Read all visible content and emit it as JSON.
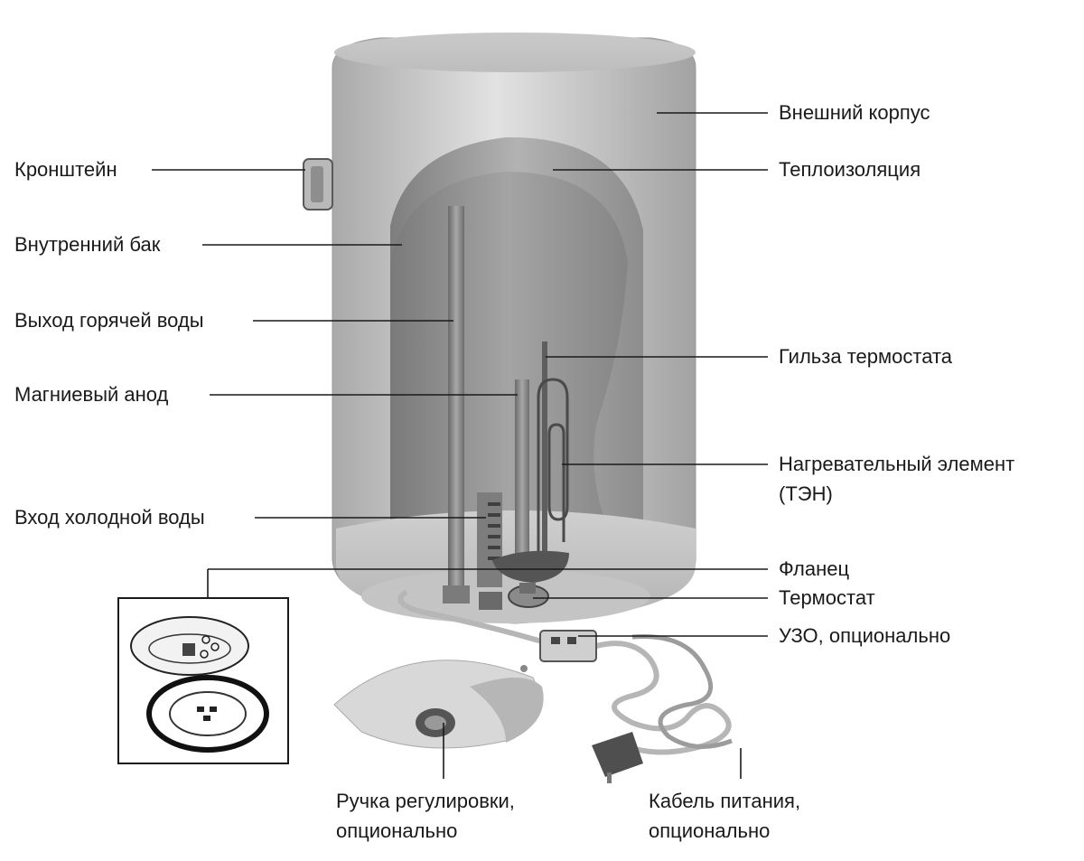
{
  "labels": {
    "outer_casing": "Внешний корпус",
    "insulation": "Теплоизоляция",
    "bracket": "Кронштейн",
    "inner_tank": "Внутренний бак",
    "hot_water_outlet": "Выход горячей воды",
    "thermostat_sleeve": "Гильза термостата",
    "magnesium_anode": "Магниевый анод",
    "heating_element_line1": "Нагревательный элемент",
    "heating_element_line2": "(ТЭН)",
    "cold_water_inlet": "Вход холодной воды",
    "flange": "Фланец",
    "thermostat": "Термостат",
    "rcd": "УЗО, опционально",
    "control_knob_line1": "Ручка регулировки,",
    "control_knob_line2": "опционально",
    "power_cable_line1": "Кабель питания,",
    "power_cable_line2": "опционально"
  },
  "colors": {
    "casing_light": "#d6d6d6",
    "casing_dark": "#9a9a9a",
    "insulation": "#a8a8a8",
    "tank": "#8c8c8c",
    "leader_line": "#1a1a1a"
  }
}
